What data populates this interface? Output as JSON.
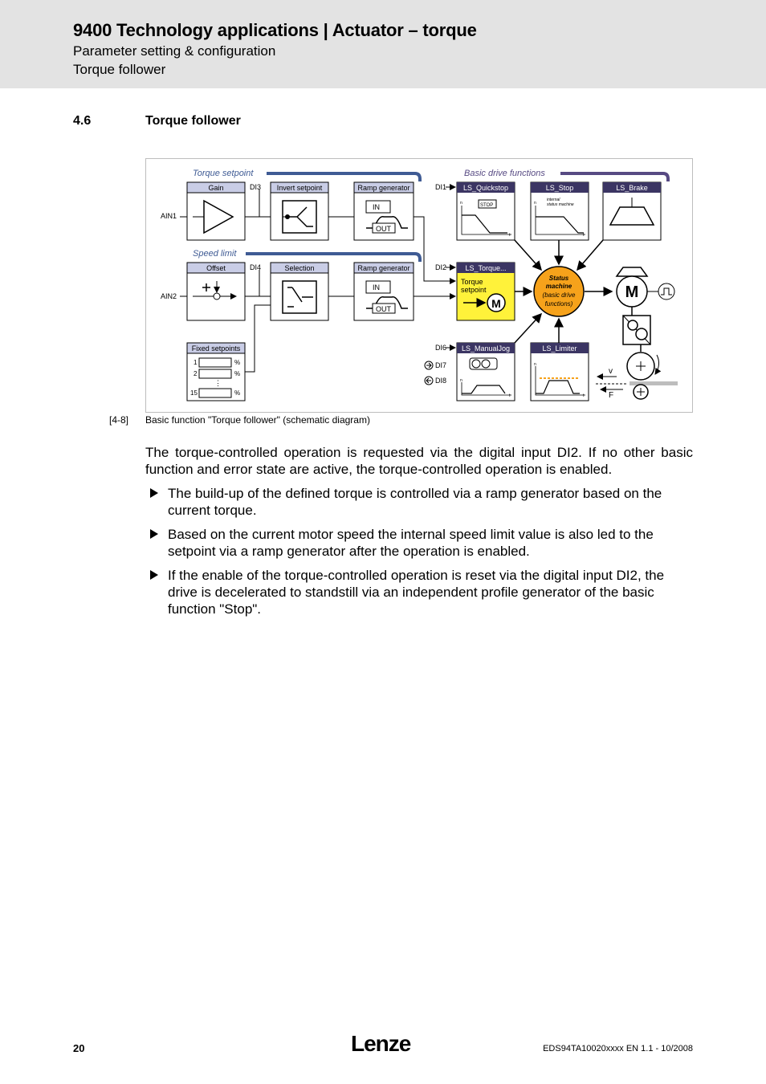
{
  "header": {
    "title": "9400 Technology applications | Actuator – torque",
    "subtitle1": "Parameter setting & configuration",
    "subtitle2": "Torque follower"
  },
  "section": {
    "number": "4.6",
    "title": "Torque follower"
  },
  "diagram": {
    "group_torque": "Torque setpoint",
    "group_speed": "Speed limit",
    "group_basic": "Basic drive functions",
    "gain": "Gain",
    "invert": "Invert setpoint",
    "ramp1": "Ramp generator",
    "ramp2": "Ramp generator",
    "offset": "Offset",
    "selection": "Selection",
    "fixed": "Fixed setpoints",
    "fixed_rows": [
      "1",
      "2",
      "15"
    ],
    "percent": "%",
    "ain1": "AIN1",
    "ain2": "AIN2",
    "di1": "DI1",
    "di2": "DI2",
    "di3": "DI3",
    "di4": "DI4",
    "di6": "DI6",
    "di7": "DI7",
    "di8": "DI8",
    "in": "IN",
    "out": "OUT",
    "ls_quickstop": "LS_Quickstop",
    "ls_stop": "LS_Stop",
    "ls_brake": "LS_Brake",
    "ls_torque": "LS_Torque...",
    "ls_manualjog": "LS_ManualJog",
    "ls_limiter": "LS_Limiter",
    "torque_setpoint_1": "Torque",
    "torque_setpoint_2": "setpoint",
    "status_1": "Status",
    "status_2": "machine",
    "status_3": "(basic drive",
    "status_4": "functions)",
    "internal_1": "internal",
    "internal_2": "status machine",
    "stop_label": "STOP",
    "motor": "M",
    "v_label": "v",
    "f_label": "F",
    "axis_n": "n",
    "axis_t": "t"
  },
  "caption": {
    "number": "[4-8]",
    "text": "Basic function \"Torque follower\" (schematic diagram)"
  },
  "body": {
    "paragraph": "The torque-controlled operation is requested via the digital input DI2. If no other basic function and error state are active, the torque-controlled operation is enabled.",
    "bullets": [
      "The build-up of the defined torque is controlled via a ramp generator based on the current torque.",
      "Based on the current motor speed the internal speed limit value is also led to the setpoint via a ramp generator after the operation is enabled.",
      "If the enable of the torque-controlled operation is reset via the digital input DI2, the drive is decelerated to standstill via an independent profile generator of the basic function \"Stop\"."
    ]
  },
  "footer": {
    "page": "20",
    "logo": "Lenze",
    "doc": "EDS94TA10020xxxx EN 1.1 - 10/2008"
  },
  "colors": {
    "header_bg": "#e3e3e3",
    "block_header": "#c9cde6",
    "ls_header": "#3b3563",
    "group_blue": "#3f5b94",
    "group_purple": "#574a83",
    "yellow": "#fff23a",
    "orange": "#f6a21b"
  }
}
